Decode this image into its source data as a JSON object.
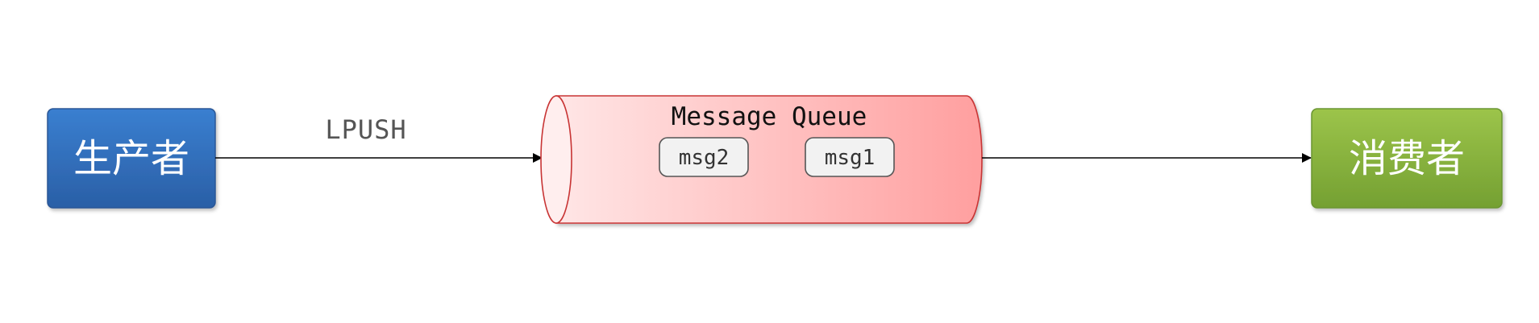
{
  "producer": {
    "label": "生产者"
  },
  "consumer": {
    "label": "消费者"
  },
  "edge_in": {
    "label": "LPUSH"
  },
  "queue": {
    "title": "Message Queue",
    "messages": [
      "msg2",
      "msg1"
    ]
  },
  "colors": {
    "producer_top": "#3a7fd0",
    "producer_bottom": "#2a5fa6",
    "consumer_top": "#9cc44a",
    "consumer_bottom": "#74a032",
    "queue_light": "#ffe4e4",
    "queue_dark": "#ffa0a0",
    "queue_stroke": "#cc3333",
    "msg_fill": "#f2f2f2",
    "msg_stroke": "#555555"
  }
}
